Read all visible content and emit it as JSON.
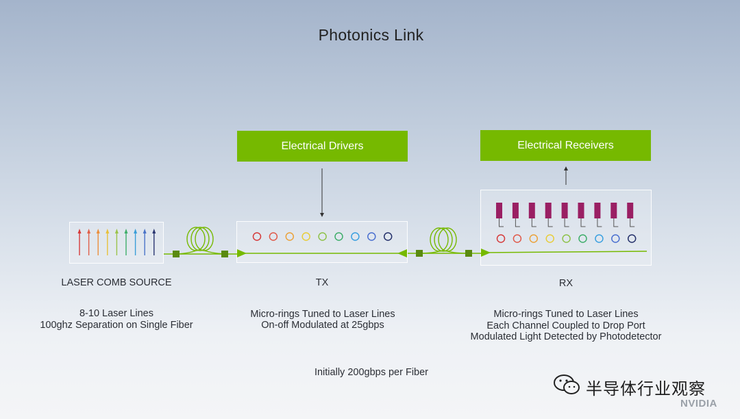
{
  "title": "Photonics Link",
  "boxes": {
    "drivers": "Electrical Drivers",
    "receivers": "Electrical Receivers"
  },
  "sections": {
    "source": {
      "heading": "LASER COMB SOURCE",
      "lines": [
        "8-10 Laser Lines",
        "100ghz Separation on Single Fiber"
      ]
    },
    "tx": {
      "heading": "TX",
      "lines": [
        "Micro-rings Tuned to Laser Lines",
        "On-off Modulated at 25gbps"
      ]
    },
    "rx": {
      "heading": "RX",
      "lines": [
        "Micro-rings Tuned to Laser Lines",
        "Each Channel Coupled to Drop Port",
        "Modulated Light Detected by Photodetector"
      ]
    }
  },
  "footer": "Initially 200gbps per Fiber",
  "spectrum_colors": [
    "#d63a3a",
    "#e0604a",
    "#eb8f3c",
    "#e8c13a",
    "#9bc34a",
    "#3fae6a",
    "#3a9ed8",
    "#4a73c8",
    "#2a3570"
  ],
  "ring_colors": [
    "#d63a3a",
    "#e05a4a",
    "#eba23a",
    "#e8cd3a",
    "#8fc24a",
    "#3fae6a",
    "#3aa0e0",
    "#4a6fd0",
    "#24306a"
  ],
  "accent": "#76b900",
  "detector_color": "#9a1f63",
  "watermark": {
    "text": "半导体行业观察",
    "brand": "NVIDIA"
  }
}
